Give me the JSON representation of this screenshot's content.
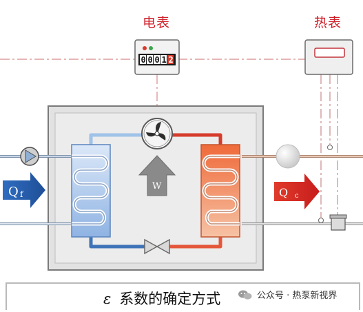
{
  "labels": {
    "electric_meter": "电表",
    "heat_meter": "热表"
  },
  "meter_display": [
    "0",
    "0",
    "0",
    "1",
    "2"
  ],
  "symbols": {
    "q_f": "Q",
    "q_f_sub": "f",
    "q_c": "Q",
    "q_c_sub": "c",
    "work": "W"
  },
  "caption": {
    "symbol": "ε",
    "text": "系数的确定方式"
  },
  "watermark": "公众号 · 热泵新视界",
  "colors": {
    "cold": "#3f73b8",
    "hot": "#d9402c",
    "frame": "#7a7a7a",
    "label_red": "#d0202a"
  }
}
